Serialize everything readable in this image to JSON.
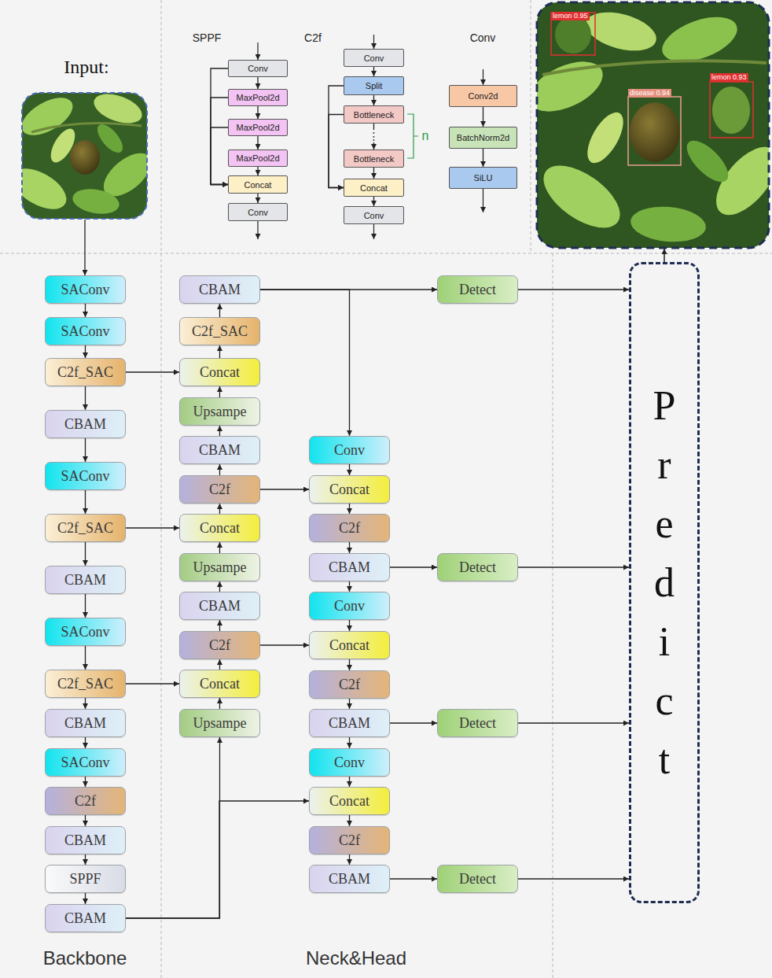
{
  "diagram": {
    "nodes": [
      {
        "text": [
          "Conv"
        ]
      },
      {
        "text": [
          "MaxPool2d"
        ]
      },
      {
        "text": [
          "MaxPool2d"
        ]
      },
      {
        "text": [
          "MaxPool2d"
        ]
      },
      {
        "text": [
          "Concat"
        ]
      },
      {
        "text": [
          "Conv"
        ]
      },
      {
        "text": [
          "Conv"
        ]
      },
      {
        "text": [
          "Split"
        ]
      },
      {
        "text": [
          "Bottleneck"
        ]
      },
      {
        "text": [
          "Bottleneck"
        ]
      },
      {
        "text": [
          "Concat"
        ]
      },
      {
        "text": [
          "Conv"
        ]
      },
      {
        "text": [
          "Conv2d"
        ]
      },
      {
        "text": [
          "BatchNorm2d"
        ]
      },
      {
        "text": [
          "SiLU"
        ]
      },
      {
        "text": [
          "SAConv"
        ]
      },
      {
        "text": [
          "SAConv"
        ]
      },
      {
        "text": [
          "C2f_SAC"
        ]
      },
      {
        "text": [
          "CBAM"
        ]
      },
      {
        "text": [
          "SAConv"
        ]
      },
      {
        "text": [
          "C2f_SAC"
        ]
      },
      {
        "text": [
          "CBAM"
        ]
      },
      {
        "text": [
          "SAConv"
        ]
      },
      {
        "text": [
          "C2f_SAC"
        ]
      },
      {
        "text": [
          "CBAM"
        ]
      },
      {
        "text": [
          "SAConv"
        ]
      },
      {
        "text": [
          "C2f"
        ]
      },
      {
        "text": [
          "CBAM"
        ]
      },
      {
        "text": [
          "SPPF"
        ]
      },
      {
        "text": [
          "CBAM"
        ]
      },
      {
        "text": [
          "CBAM"
        ]
      },
      {
        "text": [
          "C2f_SAC"
        ]
      },
      {
        "text": [
          "Concat"
        ]
      },
      {
        "text": [
          "Upsampe"
        ]
      },
      {
        "text": [
          "CBAM"
        ]
      },
      {
        "text": [
          "C2f"
        ]
      },
      {
        "text": [
          "Concat"
        ]
      },
      {
        "text": [
          "Upsampe"
        ]
      },
      {
        "text": [
          "CBAM"
        ]
      },
      {
        "text": [
          "C2f"
        ]
      },
      {
        "text": [
          "Concat"
        ]
      },
      {
        "text": [
          "Upsampe"
        ]
      },
      {
        "text": [
          "Conv"
        ]
      },
      {
        "text": [
          "Concat"
        ]
      },
      {
        "text": [
          "C2f"
        ]
      },
      {
        "text": [
          "CBAM"
        ]
      },
      {
        "text": [
          "Conv"
        ]
      },
      {
        "text": [
          "Concat"
        ]
      },
      {
        "text": [
          "C2f"
        ]
      },
      {
        "text": [
          "CBAM"
        ]
      },
      {
        "text": [
          "Conv"
        ]
      },
      {
        "text": [
          "Concat"
        ]
      },
      {
        "text": [
          "C2f"
        ]
      },
      {
        "text": [
          "CBAM"
        ]
      },
      {
        "text": [
          "Detect"
        ]
      },
      {
        "text": [
          "Detect"
        ]
      },
      {
        "text": [
          "Detect"
        ]
      },
      {
        "text": [
          "Detect"
        ]
      },
      {
        "text": [
          "Predict"
        ]
      }
    ],
    "edges": [
      {
        "from": 0,
        "to": 1,
        "arrow": "to"
      },
      {
        "from": 1,
        "to": 2,
        "arrow": "to"
      },
      {
        "from": 2,
        "to": 3,
        "arrow": "to"
      },
      {
        "from": 3,
        "to": 4,
        "arrow": "to"
      },
      {
        "from": 0,
        "to": 4,
        "arrow": "to"
      },
      {
        "from": 1,
        "to": 4,
        "arrow": "to"
      },
      {
        "from": 2,
        "to": 4,
        "arrow": "to"
      },
      {
        "from": 4,
        "to": 5,
        "arrow": "to"
      },
      {
        "from": 6,
        "to": 7,
        "arrow": "to"
      },
      {
        "from": 7,
        "to": 8,
        "arrow": "to"
      },
      {
        "from": 8,
        "to": 9,
        "arrow": "to"
      },
      {
        "from": 9,
        "to": 10,
        "arrow": "to"
      },
      {
        "from": 7,
        "to": 10,
        "arrow": "to"
      },
      {
        "from": 8,
        "to": 10,
        "arrow": "to"
      },
      {
        "from": 10,
        "to": 11,
        "arrow": "to"
      },
      {
        "from": 12,
        "to": 13,
        "arrow": "to"
      },
      {
        "from": 13,
        "to": 14,
        "arrow": "to"
      },
      {
        "from": 15,
        "to": 16,
        "arrow": "to"
      },
      {
        "from": 16,
        "to": 17,
        "arrow": "to"
      },
      {
        "from": 17,
        "to": 18,
        "arrow": "to"
      },
      {
        "from": 18,
        "to": 19,
        "arrow": "to"
      },
      {
        "from": 19,
        "to": 20,
        "arrow": "to"
      },
      {
        "from": 20,
        "to": 21,
        "arrow": "to"
      },
      {
        "from": 21,
        "to": 22,
        "arrow": "to"
      },
      {
        "from": 22,
        "to": 23,
        "arrow": "to"
      },
      {
        "from": 23,
        "to": 24,
        "arrow": "to"
      },
      {
        "from": 24,
        "to": 25,
        "arrow": "to"
      },
      {
        "from": 25,
        "to": 26,
        "arrow": "to"
      },
      {
        "from": 26,
        "to": 27,
        "arrow": "to"
      },
      {
        "from": 27,
        "to": 28,
        "arrow": "to"
      },
      {
        "from": 28,
        "to": 29,
        "arrow": "to"
      },
      {
        "from": 17,
        "to": 32,
        "arrow": "to"
      },
      {
        "from": 20,
        "to": 36,
        "arrow": "to"
      },
      {
        "from": 23,
        "to": 40,
        "arrow": "to"
      },
      {
        "from": 29,
        "to": 41,
        "arrow": "to"
      },
      {
        "from": 29,
        "to": 51,
        "arrow": "to"
      },
      {
        "from": 41,
        "to": 40,
        "arrow": "to"
      },
      {
        "from": 40,
        "to": 39,
        "arrow": "to"
      },
      {
        "from": 39,
        "to": 38,
        "arrow": "to"
      },
      {
        "from": 38,
        "to": 37,
        "arrow": "to"
      },
      {
        "from": 37,
        "to": 36,
        "arrow": "to"
      },
      {
        "from": 36,
        "to": 35,
        "arrow": "to"
      },
      {
        "from": 35,
        "to": 34,
        "arrow": "to"
      },
      {
        "from": 34,
        "to": 33,
        "arrow": "to"
      },
      {
        "from": 33,
        "to": 32,
        "arrow": "to"
      },
      {
        "from": 32,
        "to": 31,
        "arrow": "to"
      },
      {
        "from": 31,
        "to": 30,
        "arrow": "to"
      },
      {
        "from": 30,
        "to": 54,
        "arrow": "to"
      },
      {
        "from": 30,
        "to": 42,
        "arrow": "to"
      },
      {
        "from": 35,
        "to": 43,
        "arrow": "to"
      },
      {
        "from": 39,
        "to": 47,
        "arrow": "to"
      },
      {
        "from": 42,
        "to": 43,
        "arrow": "to"
      },
      {
        "from": 43,
        "to": 44,
        "arrow": "to"
      },
      {
        "from": 44,
        "to": 45,
        "arrow": "to"
      },
      {
        "from": 45,
        "to": 46,
        "arrow": "to"
      },
      {
        "from": 46,
        "to": 47,
        "arrow": "to"
      },
      {
        "from": 47,
        "to": 48,
        "arrow": "to"
      },
      {
        "from": 48,
        "to": 49,
        "arrow": "to"
      },
      {
        "from": 49,
        "to": 50,
        "arrow": "to"
      },
      {
        "from": 50,
        "to": 51,
        "arrow": "to"
      },
      {
        "from": 51,
        "to": 52,
        "arrow": "to"
      },
      {
        "from": 52,
        "to": 53,
        "arrow": "to"
      },
      {
        "from": 45,
        "to": 55,
        "arrow": "to"
      },
      {
        "from": 49,
        "to": 56,
        "arrow": "to"
      },
      {
        "from": 53,
        "to": 57,
        "arrow": "to"
      },
      {
        "from": 54,
        "to": 58,
        "arrow": "to"
      },
      {
        "from": 55,
        "to": 58,
        "arrow": "to"
      },
      {
        "from": 56,
        "to": 58,
        "arrow": "to"
      },
      {
        "from": 57,
        "to": 58,
        "arrow": "to"
      }
    ],
    "labels": [
      "Input:",
      "SPPF",
      "C2f",
      "Conv",
      "⋮",
      "n",
      "lemon 0.95",
      "disease 0.94",
      "lemon 0.93",
      "Backbone",
      "Neck&Head"
    ]
  }
}
